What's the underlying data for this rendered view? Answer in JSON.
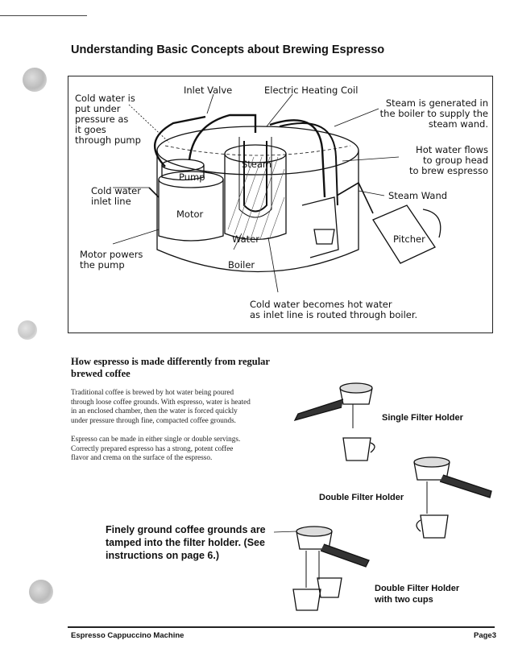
{
  "page": {
    "title": "Understanding Basic Concepts about Brewing Espresso"
  },
  "diagram": {
    "labels": {
      "cold_water_pressure": [
        "Cold water is",
        "put under",
        "pressure as",
        "it goes",
        "through pump"
      ],
      "inlet_valve": "Inlet Valve",
      "electric_heating_coil": "Electric Heating Coil",
      "steam_generated": [
        "Steam is generated in",
        "the boiler to supply the",
        "steam wand."
      ],
      "hot_water_flows": [
        "Hot water flows",
        "to group head",
        "to brew espresso"
      ],
      "steam_wand": "Steam Wand",
      "cold_water_inlet": [
        "Cold water",
        "inlet line"
      ],
      "pump": "Pump",
      "steam": "Steam",
      "motor": "Motor",
      "water": "Water",
      "pitcher": "Pitcher",
      "motor_powers": [
        "Motor powers",
        "the pump"
      ],
      "boiler": "Boiler",
      "cold_water_becomes": [
        "Cold water becomes hot water",
        "as inlet line is routed through boiler."
      ]
    }
  },
  "section": {
    "heading": [
      "How espresso is made differently from regular",
      "brewed coffee"
    ],
    "paragraph1": [
      "Traditional coffee is brewed by hot water being poured",
      "through loose coffee grounds. With espresso, water is heated",
      "in an enclosed chamber, then the water is forced quickly",
      "under pressure through fine, compacted coffee grounds."
    ],
    "paragraph2": [
      "Espresso can be made in either single or double servings.",
      "Correctly prepared espresso has a strong, potent coffee",
      "flavor and crema on the surface of the espresso."
    ]
  },
  "captions": {
    "single_filter": "Single Filter Holder",
    "double_filter": "Double Filter Holder",
    "double_two_cups": [
      "Double Filter Holder",
      "with two cups"
    ],
    "tamp_note": [
      "Finely ground coffee grounds are",
      "tamped into the filter holder. (See",
      "instructions on page 6.)"
    ]
  },
  "footer": {
    "left": "Espresso Cappuccino Machine",
    "right": "Page3"
  }
}
